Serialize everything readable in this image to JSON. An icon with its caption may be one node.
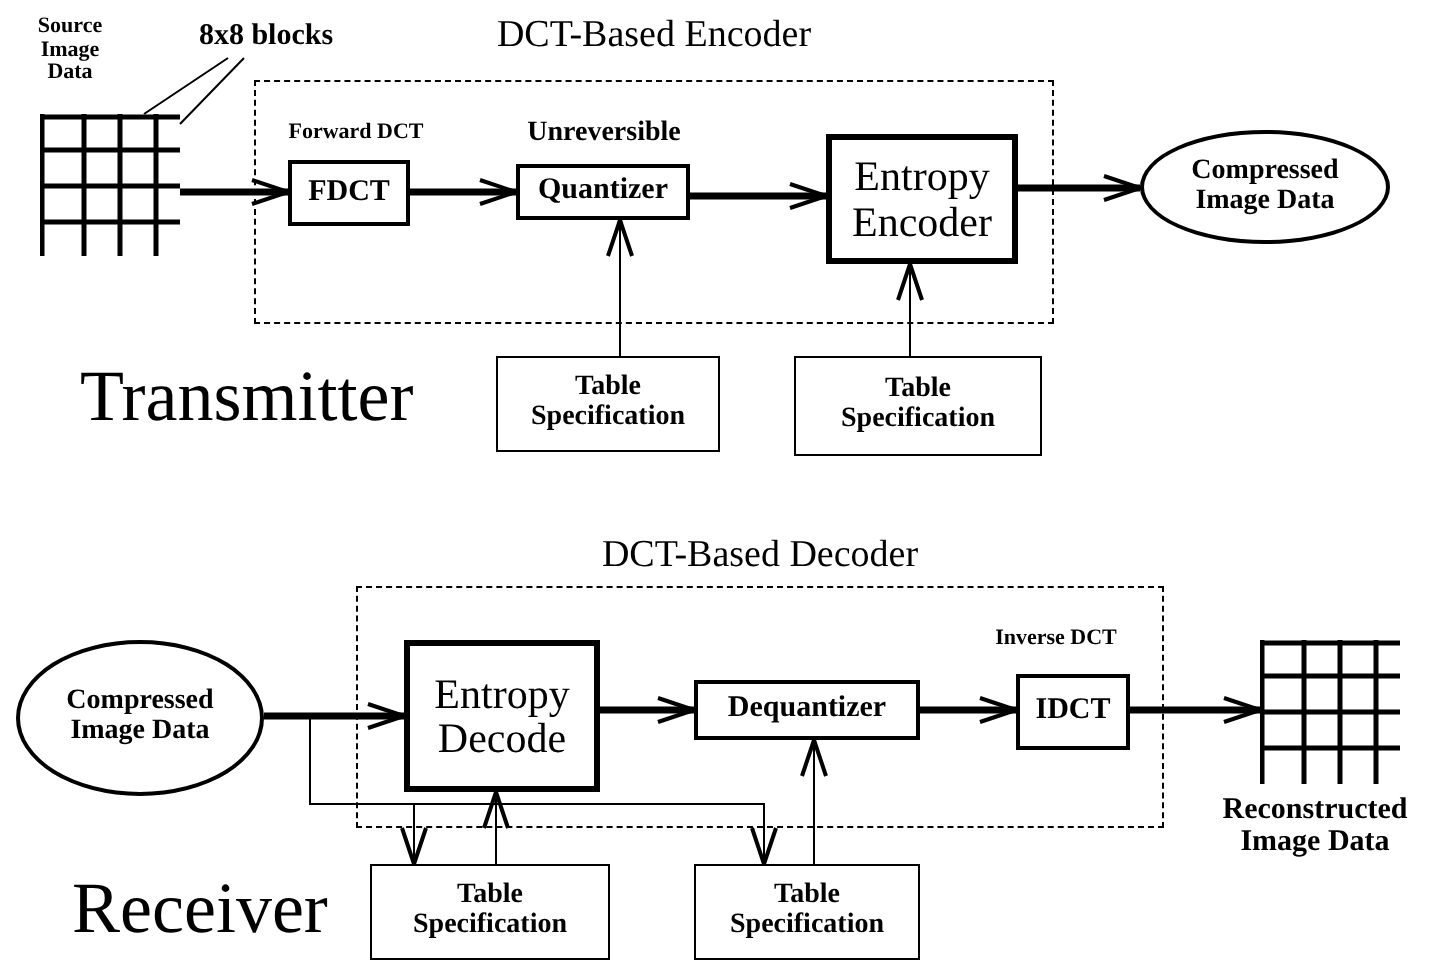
{
  "diagram": {
    "nodes": [
      {
        "text": [
          "DCT-Based Encoder"
        ]
      },
      {
        "text": [],
        "shape": "picture",
        "beside": [
          "Source Image Data"
        ]
      },
      {
        "text": [
          "8x8 blocks"
        ]
      },
      {
        "text": [
          "FDCT"
        ],
        "in": 0,
        "beside": [
          "Forward DCT"
        ]
      },
      {
        "text": [
          "Quantizer"
        ],
        "in": 0,
        "beside": [
          "Unreversible"
        ]
      },
      {
        "text": [
          "Entropy Encoder"
        ],
        "in": 0
      },
      {
        "text": [
          "Compressed Image Data"
        ]
      },
      {
        "text": [
          "Table Specification"
        ]
      },
      {
        "text": [
          "Table Specification"
        ]
      },
      {
        "text": [
          "DCT-Based Decoder"
        ]
      },
      {
        "text": [
          "Compressed Image Data"
        ]
      },
      {
        "text": [
          "Entropy Decode"
        ],
        "in": 9
      },
      {
        "text": [
          "Dequantizer"
        ],
        "in": 9
      },
      {
        "text": [
          "IDCT"
        ],
        "in": 9,
        "beside": [
          "Inverse DCT"
        ]
      },
      {
        "text": [],
        "shape": "picture",
        "beside": [
          "Reconstructed Image Data"
        ]
      },
      {
        "text": [
          "Table Specification"
        ]
      },
      {
        "text": [
          "Table Specification"
        ]
      }
    ],
    "edges": [
      {
        "from": 2,
        "to": 1,
        "arrow": "none"
      },
      {
        "from": 2,
        "to": 1,
        "arrow": "none"
      },
      {
        "from": 1,
        "to": 3,
        "arrow": "to",
        "style": "thick"
      },
      {
        "from": 3,
        "to": 4,
        "arrow": "to",
        "style": "thick"
      },
      {
        "from": 4,
        "to": 5,
        "arrow": "to",
        "style": "thick"
      },
      {
        "from": 5,
        "to": 6,
        "arrow": "to",
        "style": "thick"
      },
      {
        "from": 7,
        "to": 4,
        "arrow": "to"
      },
      {
        "from": 8,
        "to": 5,
        "arrow": "to"
      },
      {
        "from": 10,
        "to": 11,
        "arrow": "to",
        "style": "thick"
      },
      {
        "from": 10,
        "to": 15,
        "arrow": "to"
      },
      {
        "from": 10,
        "to": 16,
        "arrow": "to"
      },
      {
        "from": 15,
        "to": 11,
        "arrow": "to"
      },
      {
        "from": 16,
        "to": 12,
        "arrow": "to"
      },
      {
        "from": 11,
        "to": 12,
        "arrow": "to",
        "style": "thick"
      },
      {
        "from": 12,
        "to": 13,
        "arrow": "to",
        "style": "thick"
      },
      {
        "from": 13,
        "to": 14,
        "arrow": "to",
        "style": "thick"
      }
    ],
    "labels": [
      "Transmitter",
      "Receiver"
    ]
  }
}
